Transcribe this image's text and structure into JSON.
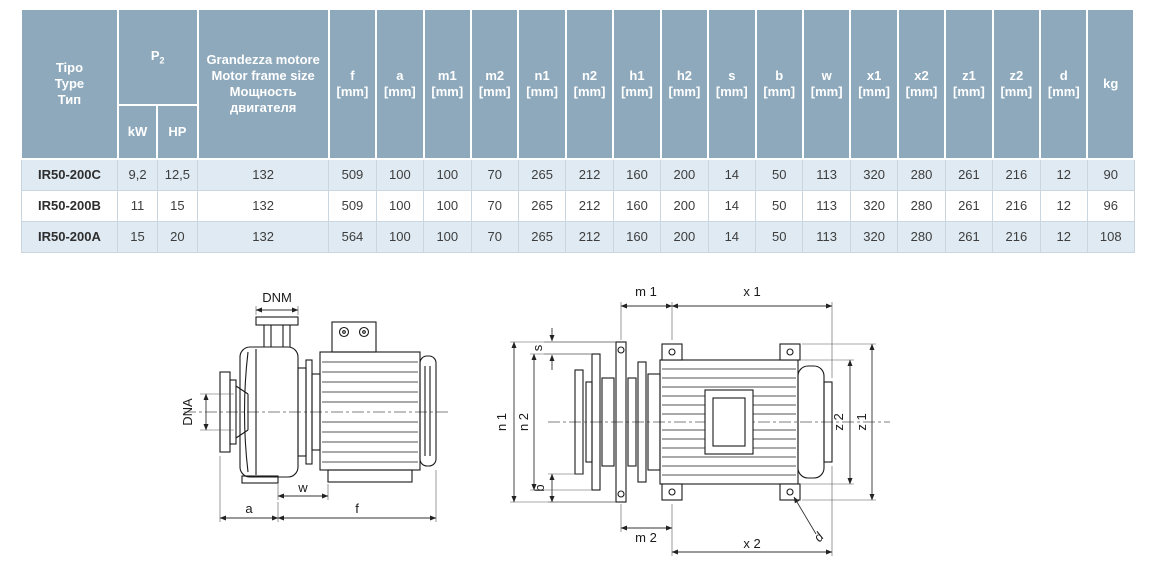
{
  "table": {
    "header": {
      "tipo_lines": [
        "Tipo",
        "Type",
        "Тип"
      ],
      "p2_label": "P",
      "p2_sub": "2",
      "kw": "kW",
      "hp": "HP",
      "frame_lines": [
        "Grandezza motore",
        "Motor frame size",
        "Мощность двигателя"
      ],
      "unit": "[mm]",
      "dim_columns": [
        "f",
        "a",
        "m1",
        "m2",
        "n1",
        "n2",
        "h1",
        "h2",
        "s",
        "b",
        "w",
        "x1",
        "x2",
        "z1",
        "z2",
        "d"
      ],
      "kg": "kg"
    },
    "rows": [
      {
        "type": "IR50-200C",
        "kw": "9,2",
        "hp": "12,5",
        "frame": "132",
        "dims": [
          "509",
          "100",
          "100",
          "70",
          "265",
          "212",
          "160",
          "200",
          "14",
          "50",
          "113",
          "320",
          "280",
          "261",
          "216",
          "12"
        ],
        "kg": "90"
      },
      {
        "type": "IR50-200B",
        "kw": "11",
        "hp": "15",
        "frame": "132",
        "dims": [
          "509",
          "100",
          "100",
          "70",
          "265",
          "212",
          "160",
          "200",
          "14",
          "50",
          "113",
          "320",
          "280",
          "261",
          "216",
          "12"
        ],
        "kg": "96"
      },
      {
        "type": "IR50-200A",
        "kw": "15",
        "hp": "20",
        "frame": "132",
        "dims": [
          "564",
          "100",
          "100",
          "70",
          "265",
          "212",
          "160",
          "200",
          "14",
          "50",
          "113",
          "320",
          "280",
          "261",
          "216",
          "12"
        ],
        "kg": "108"
      }
    ]
  },
  "drawings": {
    "side_view": {
      "dnm": "DNM",
      "dna": "DNA",
      "w": "w",
      "a": "a",
      "f": "f"
    },
    "top_view": {
      "m1": "m 1",
      "x1": "x 1",
      "s": "s",
      "n1": "n 1",
      "n2": "n 2",
      "z2": "z 2",
      "z1": "z 1",
      "b": "b",
      "m2": "m 2",
      "x2": "x 2",
      "d": "d"
    }
  },
  "colors": {
    "header_bg": "#8ea9bc",
    "header_text": "#ffffff",
    "row_alt_bg": "#dfeaf2",
    "row_bg": "#ffffff",
    "body_text": "#3d3d3d",
    "line_art": "#1a1a1a"
  }
}
